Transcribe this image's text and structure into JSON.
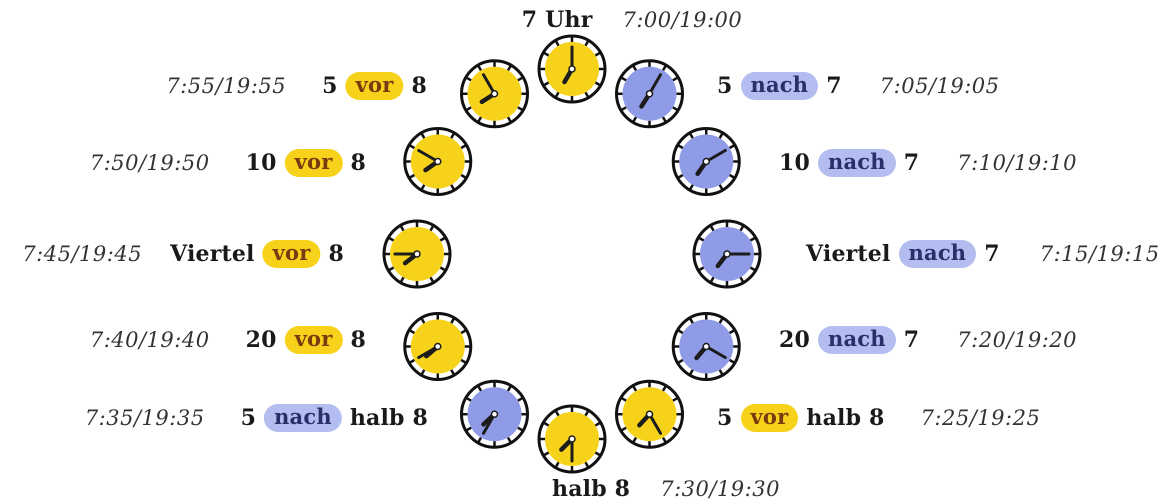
{
  "top": {
    "phrase": "7 Uhr",
    "time": "7:00/19:00"
  },
  "bottom": {
    "phrase": "halb 8",
    "time": "7:30/19:30"
  },
  "right": [
    {
      "pre": "5",
      "word": "nach",
      "post": "7",
      "time": "7:05/19:05",
      "pill": "blue"
    },
    {
      "pre": "10",
      "word": "nach",
      "post": "7",
      "time": "7:10/19:10",
      "pill": "blue"
    },
    {
      "pre": "Viertel",
      "word": "nach",
      "post": "7",
      "time": "7:15/19:15",
      "pill": "blue"
    },
    {
      "pre": "20",
      "word": "nach",
      "post": "7",
      "time": "7:20/19:20",
      "pill": "blue"
    },
    {
      "pre": "5",
      "word": "vor",
      "post": "halb 8",
      "time": "7:25/19:25",
      "pill": "yellow"
    }
  ],
  "left": [
    {
      "pre": "5",
      "word": "vor",
      "post": "8",
      "time": "7:55/19:55",
      "pill": "yellow"
    },
    {
      "pre": "10",
      "word": "vor",
      "post": "8",
      "time": "7:50/19:50",
      "pill": "yellow"
    },
    {
      "pre": "Viertel",
      "word": "vor",
      "post": "8",
      "time": "7:45/19:45",
      "pill": "yellow"
    },
    {
      "pre": "20",
      "word": "vor",
      "post": "8",
      "time": "7:40/19:40",
      "pill": "yellow"
    },
    {
      "pre": "5",
      "word": "nach",
      "post": "halb 8",
      "time": "7:35/19:35",
      "pill": "blue"
    }
  ],
  "clocks": [
    {
      "hour": 7,
      "minute": 0,
      "face": "yellow"
    },
    {
      "hour": 7,
      "minute": 5,
      "face": "blue"
    },
    {
      "hour": 7,
      "minute": 10,
      "face": "blue"
    },
    {
      "hour": 7,
      "minute": 15,
      "face": "blue"
    },
    {
      "hour": 7,
      "minute": 20,
      "face": "blue"
    },
    {
      "hour": 7,
      "minute": 25,
      "face": "yellow"
    },
    {
      "hour": 7,
      "minute": 30,
      "face": "yellow"
    },
    {
      "hour": 7,
      "minute": 35,
      "face": "blue"
    },
    {
      "hour": 7,
      "minute": 40,
      "face": "yellow"
    },
    {
      "hour": 7,
      "minute": 45,
      "face": "yellow"
    },
    {
      "hour": 7,
      "minute": 50,
      "face": "yellow"
    },
    {
      "hour": 7,
      "minute": 55,
      "face": "yellow"
    }
  ],
  "colors": {
    "yellow": "#f7d21a",
    "blue": "#8f9be6",
    "hand": "#1c1c1c",
    "rim": "#111111"
  }
}
